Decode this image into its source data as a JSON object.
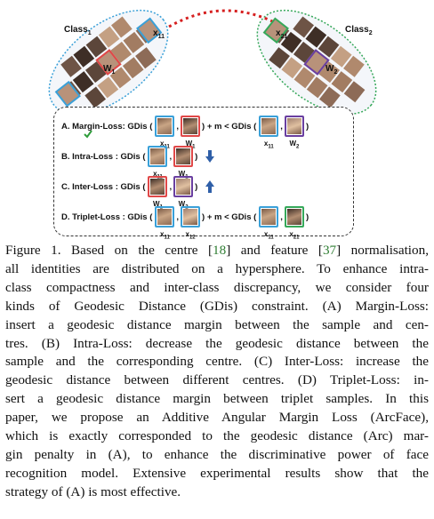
{
  "figure": {
    "class1_label": "Class",
    "class1_sub": "1",
    "class2_label": "Class",
    "class2_sub": "2",
    "x11_label": "x",
    "x11_sub": "11",
    "x12_label": "x",
    "x12_sub": "12",
    "x21_label": "x",
    "x21_sub": "21",
    "w1_label": "W",
    "w1_sub": "1",
    "w2_label": "W",
    "w2_sub": "2",
    "colors": {
      "class1_ring": "#3aa0d8",
      "class2_ring": "#36a85a",
      "link": "#d62020"
    },
    "rows": [
      {
        "text": "A. Margin-Loss:  GDis (",
        "left": [
          "x",
          "11"
        ],
        "right": [
          "W",
          "1"
        ],
        "suffix": ") + m < GDis (",
        "left2": [
          "x",
          "11"
        ],
        "right2": [
          "W",
          "2"
        ],
        "end": ")"
      },
      {
        "text": "B. Intra-Loss :   GDis (",
        "left": [
          "x",
          "11"
        ],
        "right": [
          "W",
          "1"
        ],
        "end": ")"
      },
      {
        "text": "C. Inter-Loss :   GDis (",
        "left": [
          "W",
          "1"
        ],
        "right": [
          "W",
          "2"
        ],
        "end": ")"
      },
      {
        "text": "D. Triplet-Loss :  GDis (",
        "left": [
          "x",
          "11"
        ],
        "right": [
          "x",
          "12"
        ],
        "suffix": ") + m < GDis (",
        "left2": [
          "x",
          "11"
        ],
        "right2": [
          "x",
          "21"
        ],
        "end": ")"
      }
    ]
  },
  "caption": {
    "lines": [
      [
        "Figure 1. Based on the centre [",
        "18",
        "] and feature [",
        "37",
        "] normalisation,"
      ],
      [
        "all identities are distributed on a hypersphere. To enhance intra-"
      ],
      [
        "class compactness and inter-class discrepancy, we consider four"
      ],
      [
        "kinds of Geodesic Distance (GDis) constraint. (A) Margin-Loss:"
      ],
      [
        "insert a geodesic distance margin between the sample and cen-"
      ],
      [
        "tres. (B) Intra-Loss: decrease the geodesic distance between the"
      ],
      [
        "sample and the corresponding centre. (C) Inter-Loss: increase the"
      ],
      [
        "geodesic distance between different centres. (D) Triplet-Loss: in-"
      ],
      [
        "sert a geodesic distance margin between triplet samples. In this"
      ],
      [
        "paper, we propose an Additive Angular Margin Loss (ArcFace),"
      ],
      [
        "which is exactly corresponded to the geodesic distance (Arc) mar-"
      ],
      [
        "gin penalty in (A), to enhance the discriminative power of face"
      ],
      [
        "recognition model. Extensive experimental results show that the"
      ],
      [
        "strategy of (A) is most effective."
      ]
    ]
  }
}
